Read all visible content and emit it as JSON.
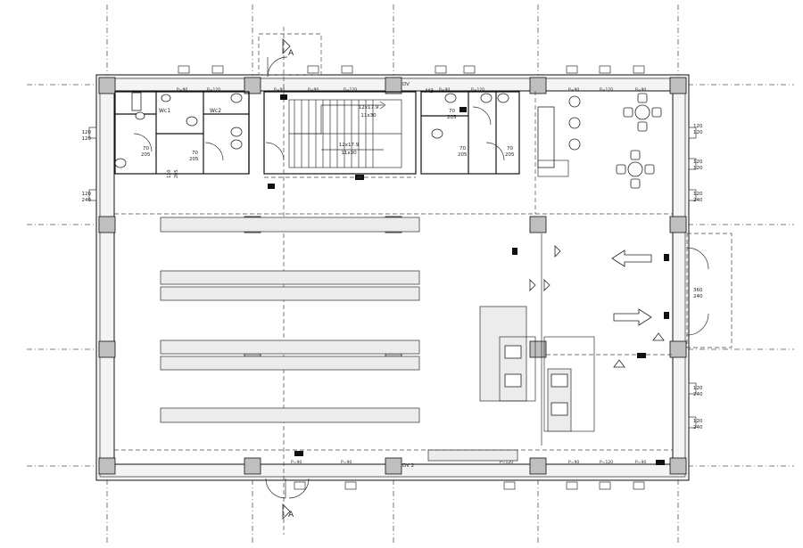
{
  "section_marker": "A",
  "dim_pairs": {
    "a": [
      "120",
      "120"
    ],
    "b": [
      "120",
      "240"
    ],
    "c": [
      "360",
      "240"
    ]
  },
  "wc_label_1": "Wc1",
  "wc_label_2": "Wc2",
  "wc_label_3": "M3",
  "door_dims": {
    "d1": [
      "70",
      "205"
    ],
    "d2": [
      "70",
      "205"
    ],
    "d3": [
      "120",
      "205"
    ],
    "d4": [
      "70",
      "205"
    ],
    "d5": [
      "70",
      "205"
    ],
    "d6": [
      "70",
      "205"
    ]
  },
  "stair": {
    "upper": [
      "12x17.9",
      "11x30"
    ],
    "lower": [
      "12x17.9",
      "11x30"
    ]
  },
  "window_tag": "P=90",
  "window_tag_wide": "P=120",
  "service_label_1": "DV",
  "service_label_2": "DV 2",
  "colors": {
    "line": "#111111",
    "column": "#bfbfbf",
    "grid": "#555555"
  }
}
